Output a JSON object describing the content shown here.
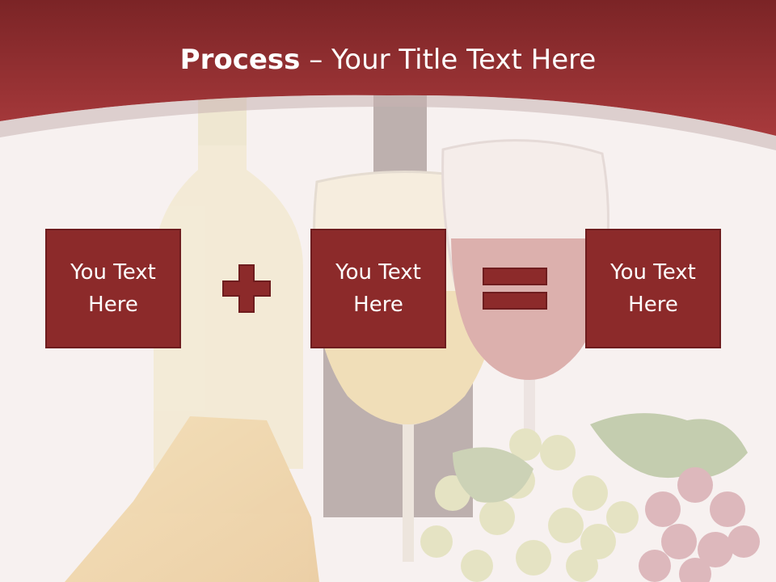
{
  "slide": {
    "title_bold": "Process",
    "title_dash": " – ",
    "title_rest": "Your Title Text Here"
  },
  "process": {
    "boxes": [
      {
        "text": "You Text Here"
      },
      {
        "text": "You Text Here"
      },
      {
        "text": "You Text Here"
      }
    ],
    "operators": [
      "plus-icon",
      "equals-icon"
    ]
  },
  "colors": {
    "header": "#9b2f32",
    "box_fill": "#8c2a2a",
    "box_border": "#6e1c1e",
    "background": "#f7f1f0"
  }
}
